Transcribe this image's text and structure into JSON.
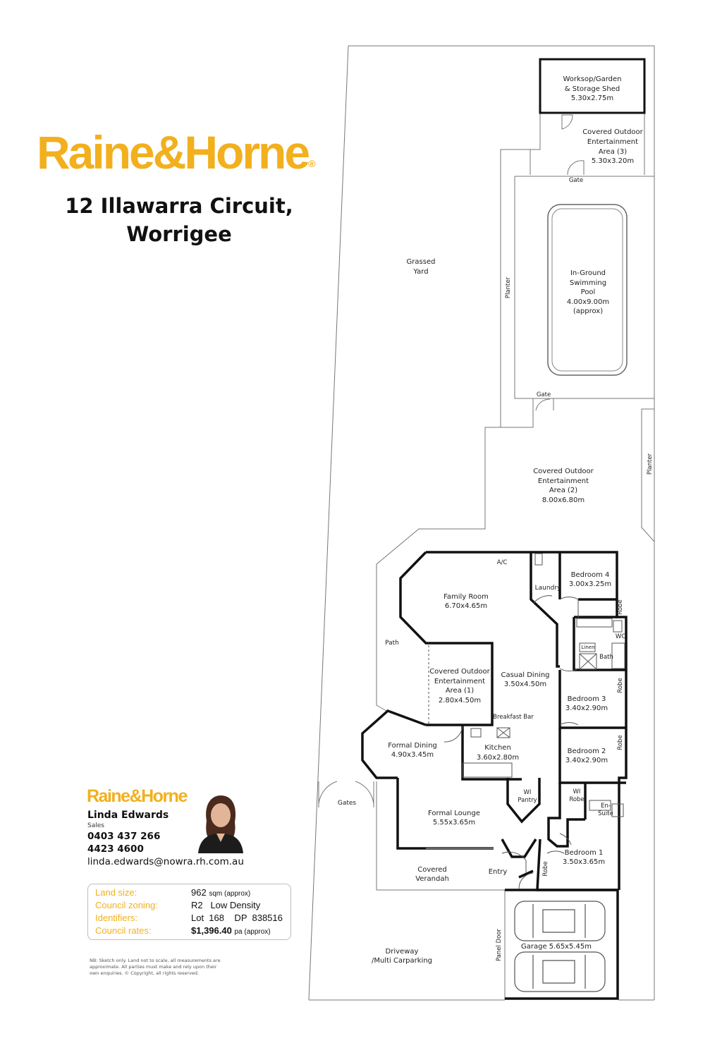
{
  "brand": {
    "name": "Raine&Horne",
    "color": "#f2b01e"
  },
  "address": {
    "line1": "12 Illawarra Circuit,",
    "line2": "Worrigee"
  },
  "agent": {
    "name": "Linda Edwards",
    "role": "Sales",
    "mobile": "0403 437 266",
    "phone": "4423 4600",
    "email": "linda.edwards@nowra.rh.com.au"
  },
  "property_info": [
    {
      "label": "Land size:",
      "value": "962",
      "suffix": "sqm (approx)"
    },
    {
      "label": "Council zoning:",
      "value": "R2   Low Density",
      "suffix": ""
    },
    {
      "label": "Identifiers:",
      "value": "Lot  168    DP  838516",
      "suffix": ""
    },
    {
      "label": "Council rates:",
      "value": "$1,396.40",
      "suffix": "pa (approx)"
    }
  ],
  "disclaimer": "NB: Sketch only. Land not to scale, all measurements are approximate. All parties must make and rely upon their own enquiries. © Copyright, all rights reserved.",
  "plan": {
    "shed": [
      "Worksop/Garden",
      "& Storage Shed",
      "5.30x2.75m"
    ],
    "outdoor3": [
      "Covered Outdoor",
      "Entertainment",
      "Area (3)",
      "5.30x3.20m"
    ],
    "gate_top": "Gate",
    "yard": [
      "Grassed",
      "Yard"
    ],
    "planter_left": "Planter",
    "pool": [
      "In-Ground",
      "Swimming",
      "Pool",
      "4.00x9.00m",
      "(approx)"
    ],
    "gate_mid": "Gate",
    "outdoor2": [
      "Covered Outdoor",
      "Entertainment",
      "Area (2)",
      "8.00x6.80m"
    ],
    "planter_right": "Planter",
    "ac": "A/C",
    "family": [
      "Family Room",
      "6.70x4.65m"
    ],
    "laundry": "Laundry",
    "bed4": [
      "Bedroom 4",
      "3.00x3.25m"
    ],
    "robe": "Robe",
    "wc": "WC",
    "linen": "Linen",
    "bath": "Bath",
    "path": "Path",
    "outdoor1": [
      "Covered Outdoor",
      "Entertainment",
      "Area (1)",
      "2.80x4.50m"
    ],
    "casual": [
      "Casual Dining",
      "3.50x4.50m"
    ],
    "bed3": [
      "Bedroom 3",
      "3.40x2.90m"
    ],
    "breakfast": "Breakfast Bar",
    "formal_dining": [
      "Formal Dining",
      "4.90x3.45m"
    ],
    "kitchen": [
      "Kitchen",
      "3.60x2.80m"
    ],
    "bed2": [
      "Bedroom 2",
      "3.40x2.90m"
    ],
    "gates": "Gates",
    "wi_pantry": [
      "WI",
      "Pantry"
    ],
    "lounge": [
      "Formal Lounge",
      "5.55x3.65m"
    ],
    "wi_robe": [
      "WI",
      "Robe"
    ],
    "ensuite": [
      "En-",
      "Suite"
    ],
    "bed1": [
      "Bedroom 1",
      "3.50x3.65m"
    ],
    "verandah": [
      "Covered",
      "Verandah"
    ],
    "entry": "Entry",
    "garage": "Garage 5.65x5.45m",
    "panel_door": "Panel Door",
    "driveway": [
      "Driveway",
      "/Multi Carparking"
    ]
  }
}
